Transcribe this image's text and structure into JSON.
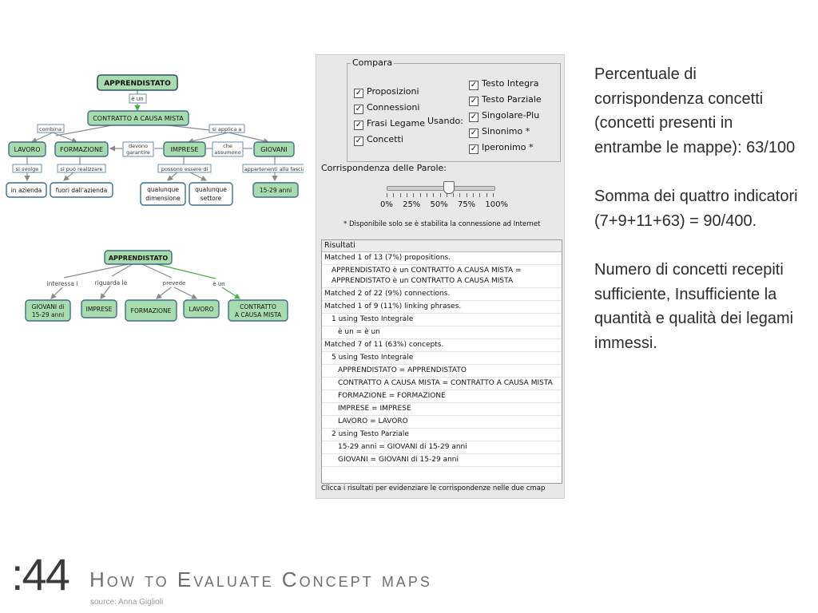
{
  "concept_map_1": {
    "nodes": {
      "apprendistato": "APPRENDISTATO",
      "contratto": "CONTRATTO A CAUSA MISTA",
      "lavoro": "LAVORO",
      "formazione": "FORMAZIONE",
      "imprese": "IMPRESE",
      "giovani": "GIOVANI",
      "in_azienda": "in azienda",
      "fuori_azienda": "fuori dall'azienda",
      "qualunque_dim_1": "qualunque",
      "qualunque_dim_2": "dimensione",
      "qualunque_set_1": "qualunque",
      "qualunque_set_2": "settore",
      "anni": "15-29 anni"
    },
    "links": {
      "e_un": "è un",
      "combina": "combina",
      "si_applica_a": "si applica a",
      "devono_1": "devono",
      "devono_2": "garantire",
      "che_1": "che",
      "che_2": "assumono",
      "si_svolge": "si svolge",
      "si_puo_realizzare": "si può realizzare",
      "possono_essere_di": "possono essere di",
      "appartenenti": "appartenenti alla fascia"
    }
  },
  "concept_map_2": {
    "root": "APPRENDISTATO",
    "links": [
      "interessa i",
      "riguarda le",
      "prevede",
      "è un"
    ],
    "nodes": {
      "giovani_1": "GIOVANI di",
      "giovani_2": "15-29 anni",
      "imprese": "IMPRESE",
      "formazione": "FORMAZIONE",
      "lavoro": "LAVORO",
      "contratto_1": "CONTRATTO",
      "contratto_2": "A CAUSA MISTA"
    }
  },
  "compare_panel": {
    "group_title": "Compara",
    "left_checks": [
      "Proposizioni",
      "Connessioni",
      "Frasi Legame",
      "Concetti"
    ],
    "usando_label": "Usando:",
    "right_checks": [
      "Testo Integra",
      "Testo Parziale",
      "Singolare-Plu",
      "Sinonimo *",
      "Iperonimo *"
    ],
    "slider_label": "Corrispondenza delle Parole:",
    "slider_value_fraction": 0.58,
    "slider_ticks": [
      "0%",
      "25%",
      "50%",
      "75%",
      "100%"
    ],
    "disclaimer": "* Disponibile solo se è stabilita la connessione ad Internet",
    "results_header": "Risultati",
    "results": [
      {
        "level": 0,
        "text": "Matched 1 of 13 (7%)  propositions."
      },
      {
        "level": 1,
        "text": "APPRENDISTATO è un CONTRATTO A CAUSA MISTA = APPRENDISTATO è un CONTRATTO A CAUSA MISTA"
      },
      {
        "level": 0,
        "text": "Matched 2 of 22 (9%)  connections."
      },
      {
        "level": 0,
        "text": "Matched 1 of 9 (11%)  linking phrases."
      },
      {
        "level": 1,
        "text": "1 using Testo Integrale"
      },
      {
        "level": 2,
        "text": "è un = è un"
      },
      {
        "level": 0,
        "text": "Matched 7 of 11 (63%)  concepts."
      },
      {
        "level": 1,
        "text": "5 using Testo Integrale"
      },
      {
        "level": 2,
        "text": "APPRENDISTATO = APPRENDISTATO"
      },
      {
        "level": 2,
        "text": "CONTRATTO A CAUSA MISTA = CONTRATTO A CAUSA MISTA"
      },
      {
        "level": 2,
        "text": "FORMAZIONE = FORMAZIONE"
      },
      {
        "level": 2,
        "text": "IMPRESE = IMPRESE"
      },
      {
        "level": 2,
        "text": "LAVORO = LAVORO"
      },
      {
        "level": 1,
        "text": "2 using Testo Parziale"
      },
      {
        "level": 2,
        "text": "15-29 anni = GIOVANI di 15-29 anni"
      },
      {
        "level": 2,
        "text": "GIOVANI = GIOVANI di 15-29 anni"
      }
    ],
    "footer": "Clicca i risultati per evidenziare le corrispondenze nelle due cmap"
  },
  "side_text": {
    "p1": "Percentuale di corrispondenza concetti (concetti presenti in entrambe le mappe): 63/100",
    "p2": "Somma dei quattro indicatori (7+9+11+63) = 90/400.",
    "p3": "Numero di concetti recepiti sufficiente, Insufficiente  la quantità e qualità dei legami immessi."
  },
  "slide": {
    "number": ":44",
    "title": "How to Evaluate Concept maps",
    "source": "source: Anna Giglioli"
  },
  "colors": {
    "node_fill": "#a8dcae",
    "node_border": "#3f6d8a",
    "link_label_border": "#6a8fb5",
    "arrow": "#8a8a8a",
    "arrow_green": "#3fb13f"
  }
}
